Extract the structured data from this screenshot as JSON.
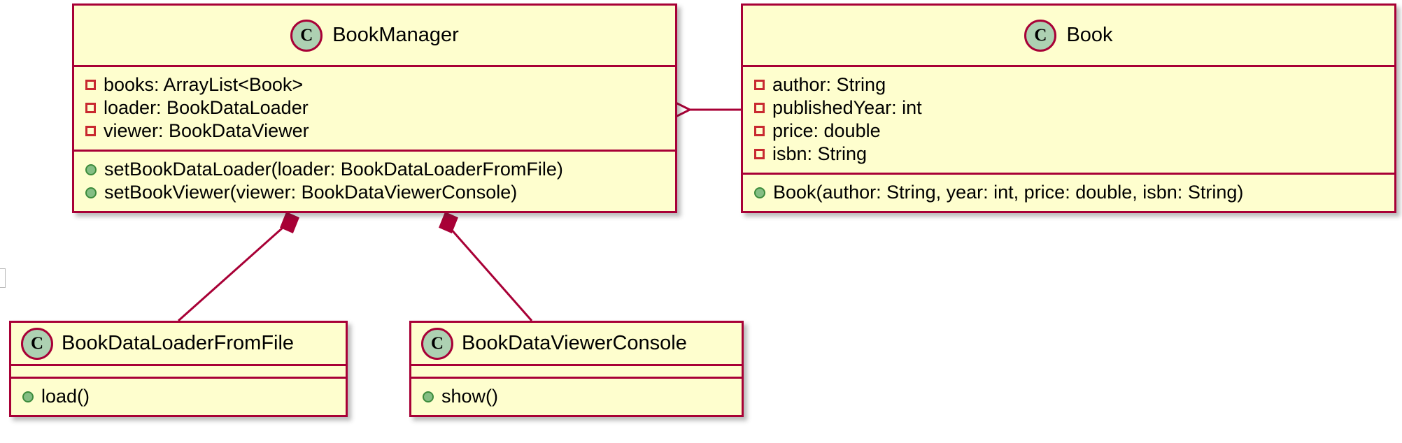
{
  "diagram": {
    "type": "uml-class-diagram",
    "background_color": "#FFFFFF",
    "border_color": "#A80036",
    "fill_color": "#FEFECE",
    "badge_fill_color": "#ADD1B2",
    "private_marker_color": "#C82930",
    "public_marker_color": "#84BE84",
    "class_badge_letter": "C"
  },
  "classes": {
    "book_manager": {
      "name": "BookManager",
      "badge": "C",
      "attributes": [
        {
          "visibility": "private",
          "text": "books: ArrayList<Book>"
        },
        {
          "visibility": "private",
          "text": "loader: BookDataLoader"
        },
        {
          "visibility": "private",
          "text": "viewer: BookDataViewer"
        }
      ],
      "methods": [
        {
          "visibility": "public",
          "text": "setBookDataLoader(loader: BookDataLoaderFromFile)"
        },
        {
          "visibility": "public",
          "text": "setBookViewer(viewer: BookDataViewerConsole)"
        }
      ]
    },
    "book": {
      "name": "Book",
      "badge": "C",
      "attributes": [
        {
          "visibility": "private",
          "text": "author: String"
        },
        {
          "visibility": "private",
          "text": "publishedYear: int"
        },
        {
          "visibility": "private",
          "text": "price: double"
        },
        {
          "visibility": "private",
          "text": "isbn: String"
        }
      ],
      "methods": [
        {
          "visibility": "public",
          "text": "Book(author: String, year: int, price: double, isbn: String)"
        }
      ]
    },
    "book_data_loader_from_file": {
      "name": "BookDataLoaderFromFile",
      "badge": "C",
      "attributes": [],
      "methods": [
        {
          "visibility": "public",
          "text": "load()"
        }
      ]
    },
    "book_data_viewer_console": {
      "name": "BookDataViewerConsole",
      "badge": "C",
      "attributes": [],
      "methods": [
        {
          "visibility": "public",
          "text": "show()"
        }
      ]
    }
  },
  "relationships": [
    {
      "kind": "aggregation",
      "from": "BookManager",
      "to": "Book",
      "marker": "hollow-diamond"
    },
    {
      "kind": "composition",
      "from": "BookManager",
      "to": "BookDataLoaderFromFile",
      "marker": "filled-diamond"
    },
    {
      "kind": "composition",
      "from": "BookManager",
      "to": "BookDataViewerConsole",
      "marker": "filled-diamond"
    }
  ]
}
